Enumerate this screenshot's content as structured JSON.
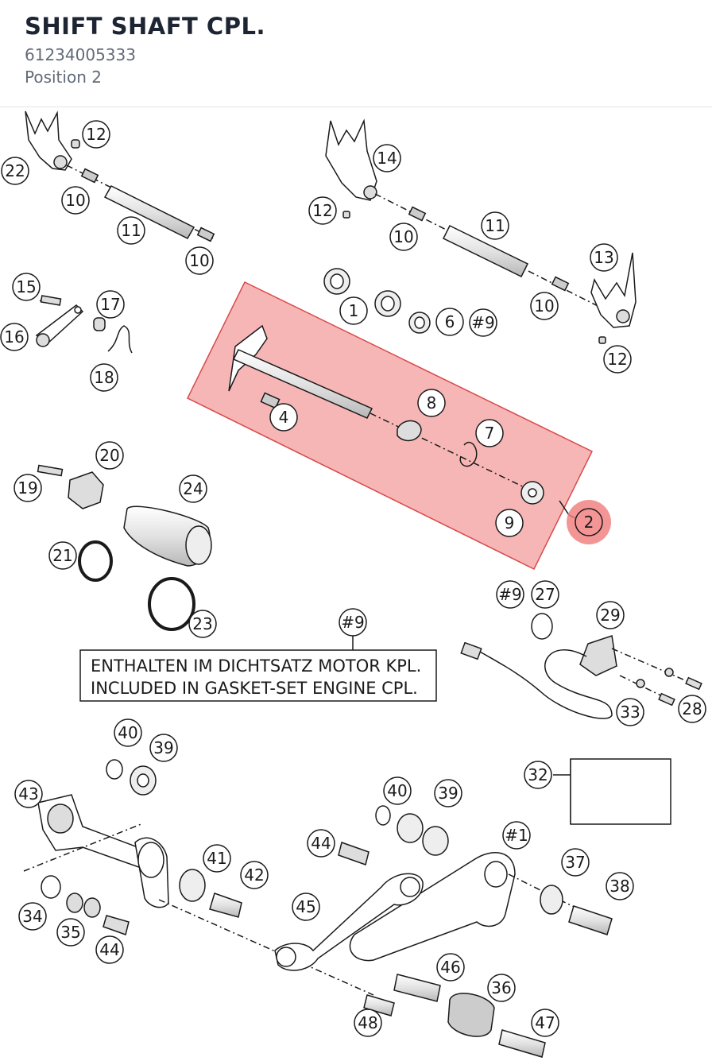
{
  "header": {
    "title": "SHIFT SHAFT CPL.",
    "part_number": "61234005333",
    "position": "Position 2"
  },
  "diagram": {
    "highlight_color": "#f07a7a",
    "callouts": [
      {
        "id": "c22",
        "label": "22"
      },
      {
        "id": "c12a",
        "label": "12"
      },
      {
        "id": "c10a",
        "label": "10"
      },
      {
        "id": "c11a",
        "label": "11"
      },
      {
        "id": "c10b",
        "label": "10"
      },
      {
        "id": "c14",
        "label": "14"
      },
      {
        "id": "c12b",
        "label": "12"
      },
      {
        "id": "c10c",
        "label": "10"
      },
      {
        "id": "c11b",
        "label": "11"
      },
      {
        "id": "c13",
        "label": "13"
      },
      {
        "id": "c10d",
        "label": "10"
      },
      {
        "id": "c12c",
        "label": "12"
      },
      {
        "id": "c1",
        "label": "1"
      },
      {
        "id": "c6",
        "label": "6"
      },
      {
        "id": "c9a",
        "label": "#9"
      },
      {
        "id": "c15",
        "label": "15"
      },
      {
        "id": "c17",
        "label": "17"
      },
      {
        "id": "c16",
        "label": "16"
      },
      {
        "id": "c18",
        "label": "18"
      },
      {
        "id": "c4",
        "label": "4"
      },
      {
        "id": "c8",
        "label": "8"
      },
      {
        "id": "c7",
        "label": "7"
      },
      {
        "id": "c9b",
        "label": "9"
      },
      {
        "id": "c2",
        "label": "2"
      },
      {
        "id": "c20",
        "label": "20"
      },
      {
        "id": "c19",
        "label": "19"
      },
      {
        "id": "c24",
        "label": "24"
      },
      {
        "id": "c21",
        "label": "21"
      },
      {
        "id": "c23",
        "label": "23"
      },
      {
        "id": "c9c",
        "label": "#9"
      },
      {
        "id": "c27",
        "label": "27"
      },
      {
        "id": "c29",
        "label": "29"
      },
      {
        "id": "c9d",
        "label": "#9"
      },
      {
        "id": "c33",
        "label": "33"
      },
      {
        "id": "c28",
        "label": "28"
      },
      {
        "id": "c40a",
        "label": "40"
      },
      {
        "id": "c39a",
        "label": "39"
      },
      {
        "id": "c43",
        "label": "43"
      },
      {
        "id": "c32",
        "label": "32"
      },
      {
        "id": "c1b",
        "label": "#1"
      },
      {
        "id": "c36a",
        "label": "36"
      },
      {
        "id": "c39b",
        "label": "39"
      },
      {
        "id": "c46a",
        "label": "46"
      },
      {
        "id": "c47a",
        "label": "47"
      },
      {
        "id": "c40b",
        "label": "40"
      },
      {
        "id": "c39c",
        "label": "39"
      },
      {
        "id": "c44a",
        "label": "44"
      },
      {
        "id": "c1c",
        "label": "#1"
      },
      {
        "id": "c41",
        "label": "41"
      },
      {
        "id": "c42",
        "label": "42"
      },
      {
        "id": "c37",
        "label": "37"
      },
      {
        "id": "c38",
        "label": "38"
      },
      {
        "id": "c34",
        "label": "34"
      },
      {
        "id": "c35",
        "label": "35"
      },
      {
        "id": "c44b",
        "label": "44"
      },
      {
        "id": "c45",
        "label": "45"
      },
      {
        "id": "c46b",
        "label": "46"
      },
      {
        "id": "c36b",
        "label": "36"
      },
      {
        "id": "c48",
        "label": "48"
      },
      {
        "id": "c47b",
        "label": "47"
      }
    ],
    "note": {
      "line1": "ENTHALTEN IM DICHTSATZ MOTOR KPL.",
      "line2": "INCLUDED IN GASKET-SET ENGINE CPL."
    }
  }
}
